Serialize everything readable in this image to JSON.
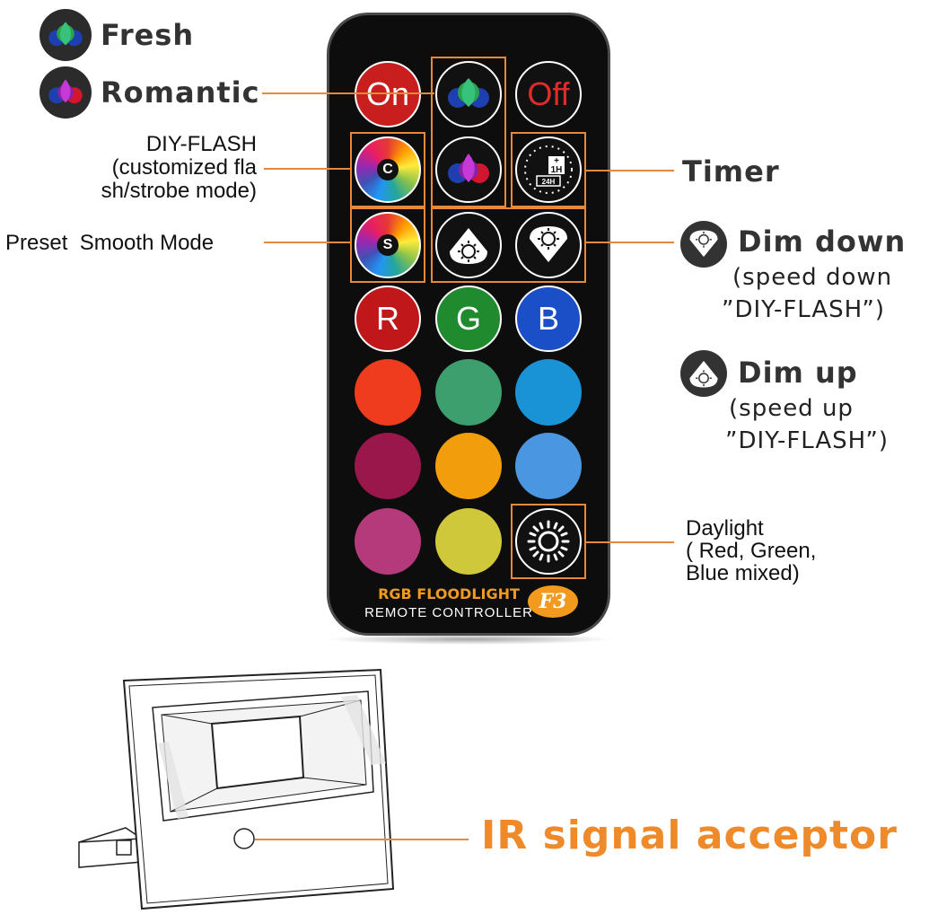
{
  "labels": {
    "fresh": "Fresh",
    "romantic": "Romantic",
    "diy_flash_title": "DIY-FLASH",
    "diy_flash_line2": "(customized fla",
    "diy_flash_line3": "sh/strobe mode)",
    "preset_smooth": "Preset  Smooth Mode",
    "timer": "Timer",
    "dim_down": "Dim down",
    "dim_down_sub1": "(speed down",
    "dim_down_sub2": "”DIY-FLASH”)",
    "dim_up": "Dim up",
    "dim_up_sub1": "(speed up",
    "dim_up_sub2": "”DIY-FLASH”)",
    "daylight_1": "Daylight",
    "daylight_2": "( Red, Green,",
    "daylight_3": "Blue mixed)",
    "ir_acceptor": "IR signal acceptor"
  },
  "remote": {
    "on_label": "On",
    "off_label": "Off",
    "c_label": "C",
    "s_label": "S",
    "r_label": "R",
    "g_label": "G",
    "b_label": "B",
    "timer_plus": "+",
    "timer_1h": "1H",
    "timer_24h": "24H",
    "brand_line1": "RGB FLOODLIGHT",
    "brand_line2": "REMOTE CONTROLLER",
    "model": "F3"
  },
  "colors": {
    "accent_orange": "#e8893a",
    "on_red": "#c81e1e",
    "off_dark": "#1a1a1a",
    "red": "#c0171a",
    "green": "#1f8a2e",
    "blue": "#1b4fc8",
    "row4": [
      "#f03c1e",
      "#3e9f6e",
      "#1a93d6"
    ],
    "row5": [
      "#99174a",
      "#f29e0c",
      "#4a96e0"
    ],
    "row6": [
      "#b43a7c",
      "#cfc83a"
    ]
  },
  "icons": [
    "fresh-icon",
    "romantic-icon",
    "color-wheel-icon",
    "timer-icon",
    "dim-down-icon",
    "dim-up-icon",
    "daylight-icon"
  ]
}
